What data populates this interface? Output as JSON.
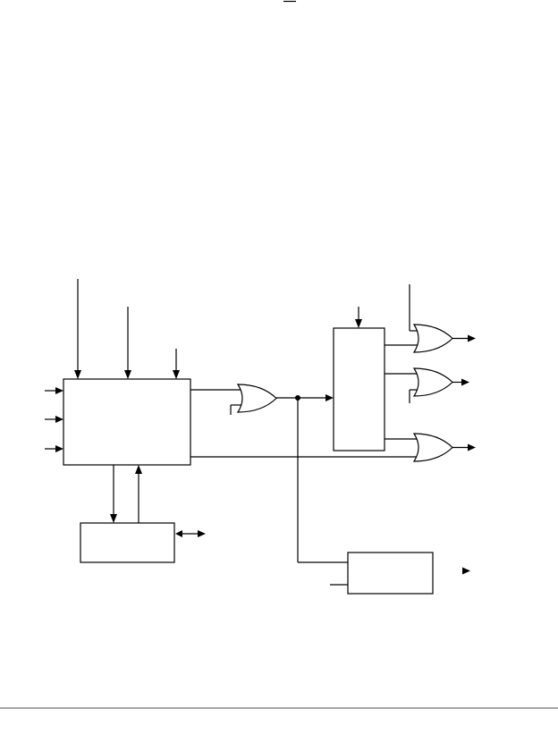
{
  "diagram": {
    "colors": {
      "line": "#000000",
      "background": "#ffffff",
      "footer_rule": "#8a8a8a"
    },
    "blocks": [
      {
        "id": "main-block"
      },
      {
        "id": "register-block"
      },
      {
        "id": "lower-left-block"
      },
      {
        "id": "lower-right-block"
      }
    ],
    "gates": [
      {
        "id": "or-gate-middle",
        "type": "OR"
      },
      {
        "id": "or-gate-top-right",
        "type": "OR"
      },
      {
        "id": "or-gate-mid-right",
        "type": "OR"
      },
      {
        "id": "or-gate-bottom-right",
        "type": "OR"
      }
    ]
  }
}
